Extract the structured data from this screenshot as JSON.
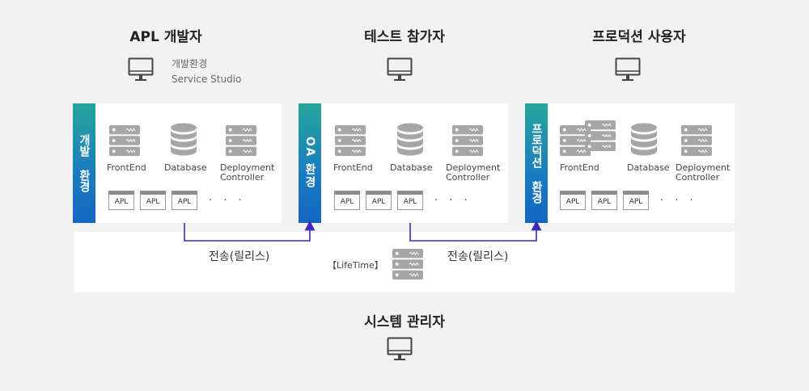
{
  "roles": {
    "developer": "APL 개발자",
    "tester": "테스트 참가자",
    "production_user": "프로덕션 사용자",
    "admin": "시스템 관리자"
  },
  "developer_info": {
    "line1": "개발환경",
    "line2": "Service Studio"
  },
  "environments": [
    {
      "bar_label": "개발 환경",
      "components": {
        "frontend": "FrontEnd",
        "database": "Database",
        "controller_line1": "Deployment",
        "controller_line2": "Controller"
      },
      "apps": [
        "APL",
        "APL",
        "APL"
      ],
      "more": "· · ·"
    },
    {
      "bar_label": "OA 환경",
      "components": {
        "frontend": "FrontEnd",
        "database": "Database",
        "controller_line1": "Deployment",
        "controller_line2": "Controller"
      },
      "apps": [
        "APL",
        "APL",
        "APL"
      ],
      "more": "· · ·"
    },
    {
      "bar_label": "프로덕션 환경",
      "components": {
        "frontend": "FrontEnd",
        "database": "Database",
        "controller_line1": "Deployment",
        "controller_line2": "Controller"
      },
      "apps": [
        "APL",
        "APL",
        "APL"
      ],
      "more": "· · ·"
    }
  ],
  "lifetime": {
    "label": "【LifeTime】",
    "transfer_left": "전송(릴리스)",
    "transfer_right": "전송(릴리스)"
  },
  "colors": {
    "arrow": "#3d2bb8",
    "bar_top": "#26a69a",
    "bar_bottom": "#1565c0",
    "icon": "#a6a6a6"
  },
  "icons": [
    "monitor-icon",
    "server-icon",
    "database-icon"
  ]
}
